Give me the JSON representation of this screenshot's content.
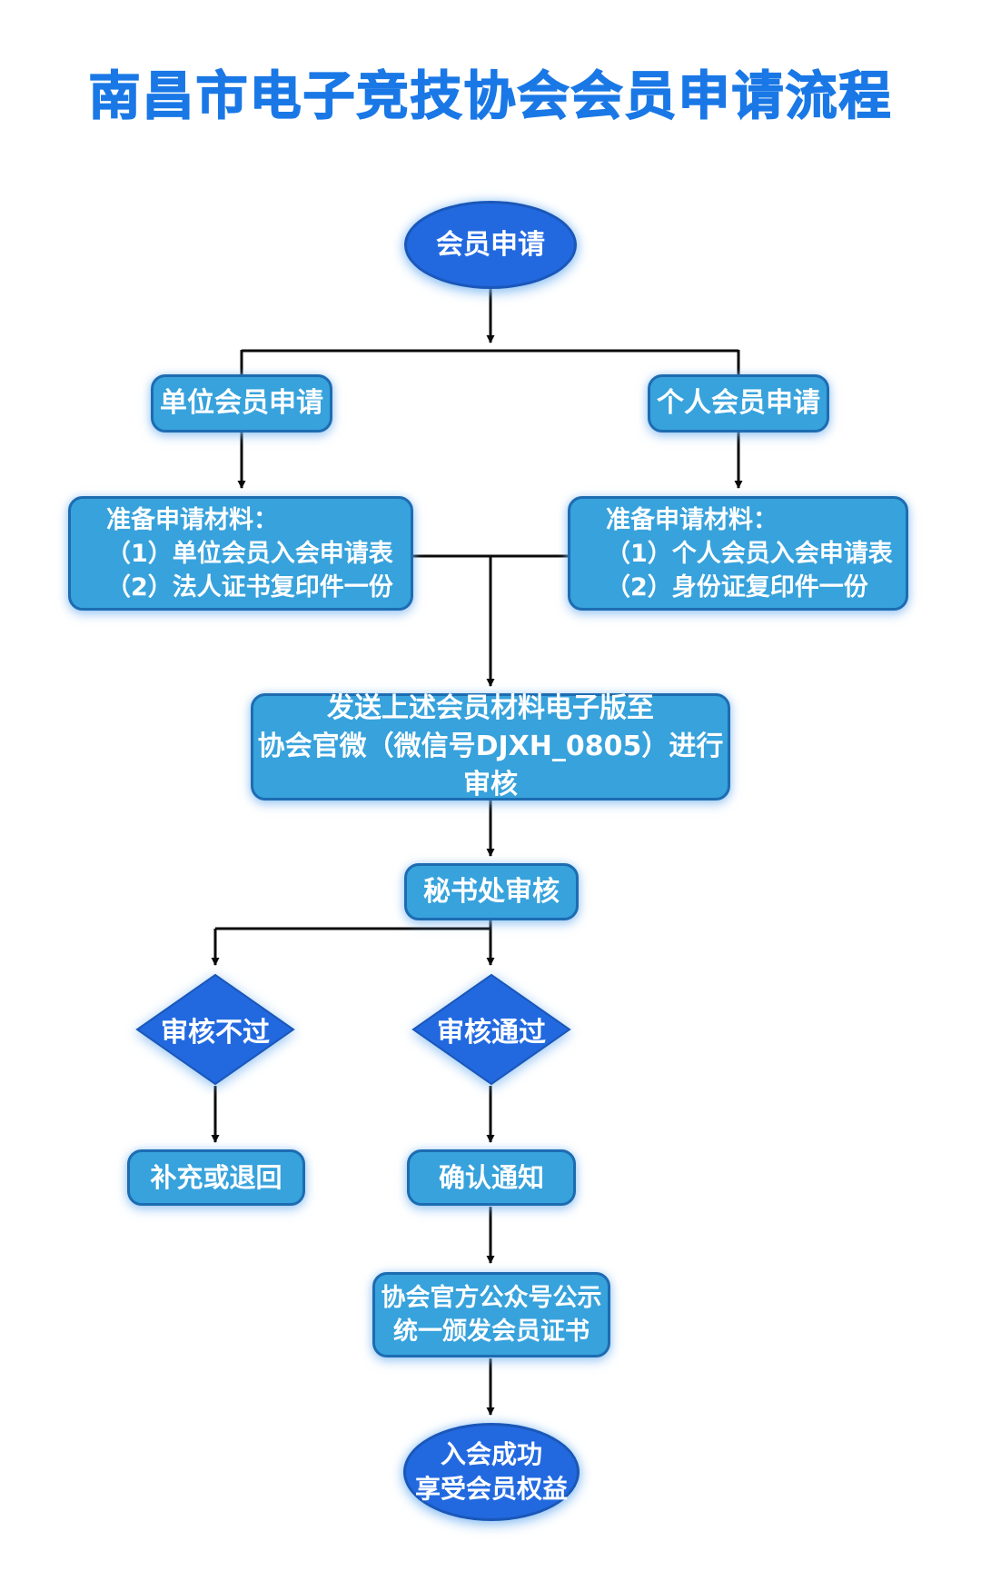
{
  "page": {
    "title": "南昌市电子竞技协会会员申请流程"
  },
  "colors": {
    "title": "#1a78e6",
    "dark_fill": "#2269e0",
    "dark_stroke": "#1a57b8",
    "light_fill": "#37a2dc",
    "light_stroke": "#1d6cb2",
    "line": "#0a0a0a",
    "background": "#ffffff"
  },
  "flowchart": {
    "nodes": {
      "start": {
        "type": "oval",
        "label": "会员申请"
      },
      "unit_apply": {
        "type": "box",
        "label": "单位会员申请"
      },
      "personal_apply": {
        "type": "box",
        "label": "个人会员申请"
      },
      "unit_materials": {
        "type": "box",
        "lines": [
          "准备申请材料：",
          "（1）单位会员入会申请表",
          "（2）法人证书复印件一份"
        ]
      },
      "personal_materials": {
        "type": "box",
        "lines": [
          "准备申请材料：",
          "（1）个人会员入会申请表",
          "（2）身份证复印件一份"
        ]
      },
      "send_review": {
        "type": "box",
        "lines": [
          "发送上述会员材料电子版至",
          "协会官微（微信号DJXH_0805）进行审核"
        ]
      },
      "secretariat_review": {
        "type": "box",
        "label": "秘书处审核"
      },
      "review_fail": {
        "type": "diamond",
        "label": "审核不过"
      },
      "review_pass": {
        "type": "diamond",
        "label": "审核通过"
      },
      "supplement_return": {
        "type": "box",
        "label": "补充或退回"
      },
      "confirm_notice": {
        "type": "box",
        "label": "确认通知"
      },
      "announce": {
        "type": "box",
        "lines": [
          "协会官方公众号公示",
          "统一颁发会员证书"
        ]
      },
      "end": {
        "type": "oval",
        "lines": [
          "入会成功",
          "享受会员权益"
        ]
      }
    }
  }
}
